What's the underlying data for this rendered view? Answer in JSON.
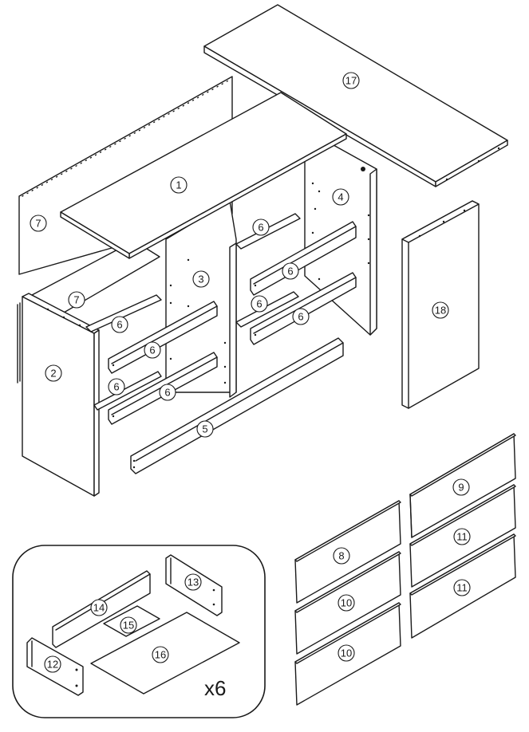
{
  "parts": {
    "p1": "1",
    "p2": "2",
    "p3": "3",
    "p4": "4",
    "p5": "5",
    "p6": "6",
    "p7": "7",
    "p8": "8",
    "p9": "9",
    "p10": "10",
    "p11": "11",
    "p12": "12",
    "p13": "13",
    "p14": "14",
    "p15": "15",
    "p16": "16",
    "p17": "17",
    "p18": "18"
  },
  "multiplier": "x6"
}
